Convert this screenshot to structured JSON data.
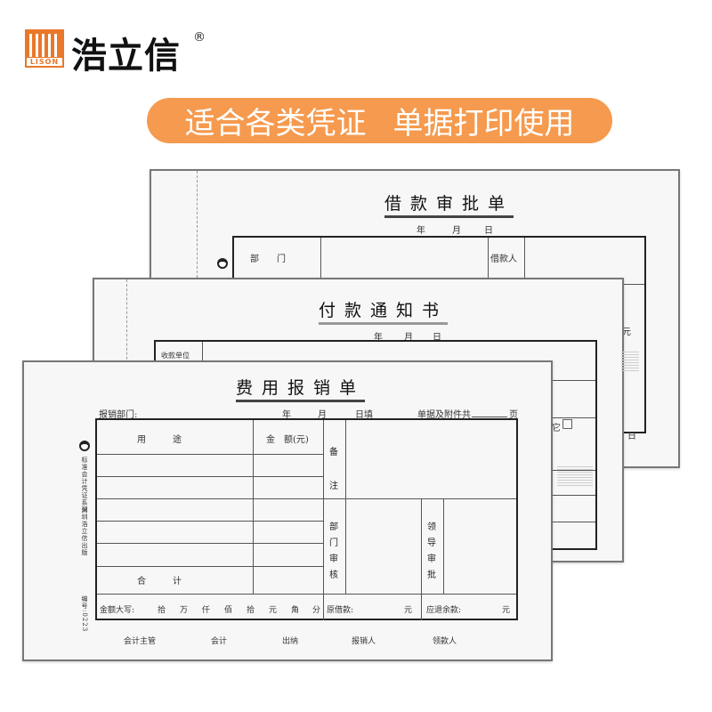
{
  "brand": {
    "logo_text": "LISON",
    "name": "浩立信",
    "registered": "®"
  },
  "banner": {
    "part1": "适合各类凭证",
    "part2": "单据打印使用",
    "color": "#f59a4e"
  },
  "forms": {
    "loan": {
      "title": "借款审批单",
      "year": "年",
      "month": "月",
      "day": "日",
      "dept": "部　　门",
      "borrower": "借款人",
      "yuan": "元",
      "day2": "日"
    },
    "payment": {
      "title": "付款通知书",
      "year": "年",
      "month": "月",
      "day": "日",
      "payee": "收款单位",
      "other": "它",
      "checkbox": "□"
    },
    "expense": {
      "title": "费用报销单",
      "dept": "报销部门:",
      "year": "年",
      "month": "月",
      "day_fill": "日填",
      "attach": "单据及附件共",
      "page": "页",
      "purpose": "用　　　途",
      "amount": "金　额(元)",
      "remark": [
        "备",
        "注"
      ],
      "total": "合　　　计",
      "dept_review": [
        "部",
        "门",
        "审",
        "核"
      ],
      "leader_approve": [
        "领",
        "导",
        "审",
        "批"
      ],
      "amount_words": "金额大写:",
      "units": [
        "拾",
        "万",
        "仟",
        "佰",
        "拾",
        "元",
        "角",
        "分"
      ],
      "orig_loan": "原借款:",
      "yuan": "元",
      "refund": "应退余款:",
      "signers": [
        "会计主管",
        "会计",
        "出纳",
        "报销人",
        "领款人"
      ],
      "side_text": [
        "标准会计凭证系列",
        "深圳浩立信出版",
        "编号:0223"
      ]
    }
  }
}
